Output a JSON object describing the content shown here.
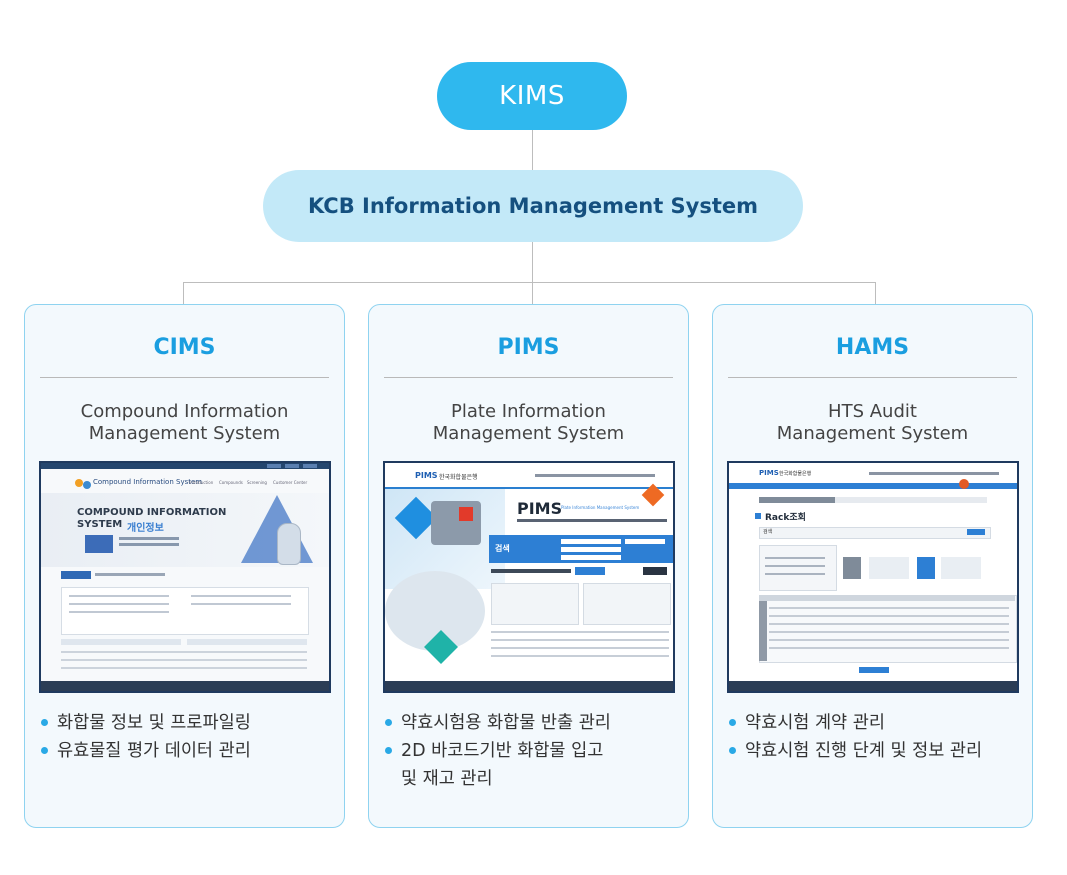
{
  "root": {
    "label": "KIMS",
    "color": "#2fb8ee"
  },
  "subsystem": {
    "label": "KCB Information Management System",
    "color": "#c3e9f8"
  },
  "cards": [
    {
      "title": "CIMS",
      "subtitle_line1": "Compound Information",
      "subtitle_line2": "Management System",
      "screenshot": {
        "logo_text": "Compound Information System",
        "hero_line1": "COMPOUND INFORMATION",
        "hero_line2": "SYSTEM",
        "hero_accent": "개인정보",
        "nav": [
          "Introduction",
          "Compounds",
          "Screening",
          "Customer Center"
        ]
      },
      "bullets": [
        "화합물 정보 및 프로파일링",
        "유효물질 평가 데이터 관리"
      ]
    },
    {
      "title": "PIMS",
      "subtitle_line1": "Plate Information",
      "subtitle_line2": "Management System",
      "screenshot": {
        "logo_text": "PIMS",
        "org_text": "한국화합물은행",
        "hero_title": "PIMS",
        "hero_sub": "Plate Information Management System",
        "search_label": "검색"
      },
      "bullets": [
        "약효시험용 화합물 반출 관리",
        "2D 바코드기반 화합물 입고\n및 재고 관리"
      ]
    },
    {
      "title": "HAMS",
      "subtitle_line1": "HTS Audit",
      "subtitle_line2": "Management System",
      "screenshot": {
        "logo_text": "PIMS",
        "org_text": "한국화합물은행",
        "section_title": "Rack조회",
        "search_label": "검색"
      },
      "bullets": [
        "약효시험 계약 관리",
        "약효시험 진행 단계 및 정보 관리"
      ]
    }
  ]
}
